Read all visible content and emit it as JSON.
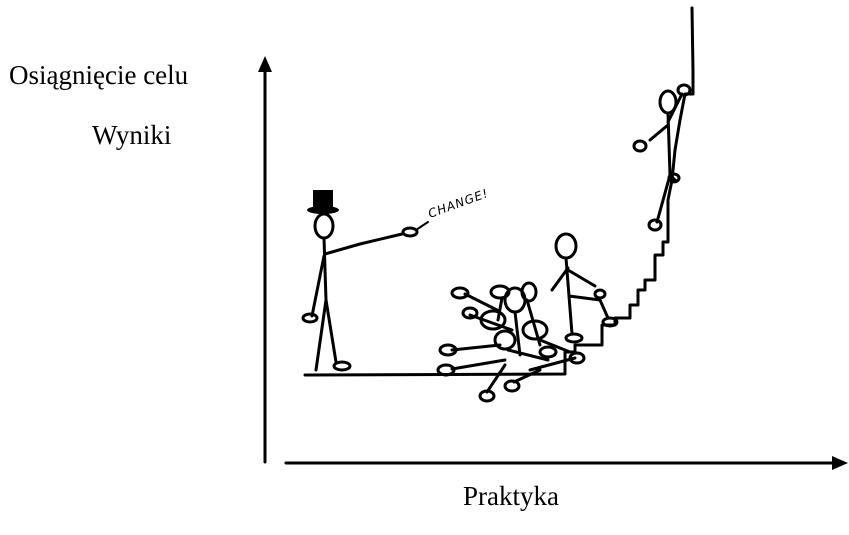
{
  "diagram": {
    "y_axis_label_line1": "Osiągnięcie celu",
    "y_axis_label_line2": "Wyniki",
    "x_axis_label": "Praktyka",
    "speech_bubble_text": "CHANGE!"
  }
}
